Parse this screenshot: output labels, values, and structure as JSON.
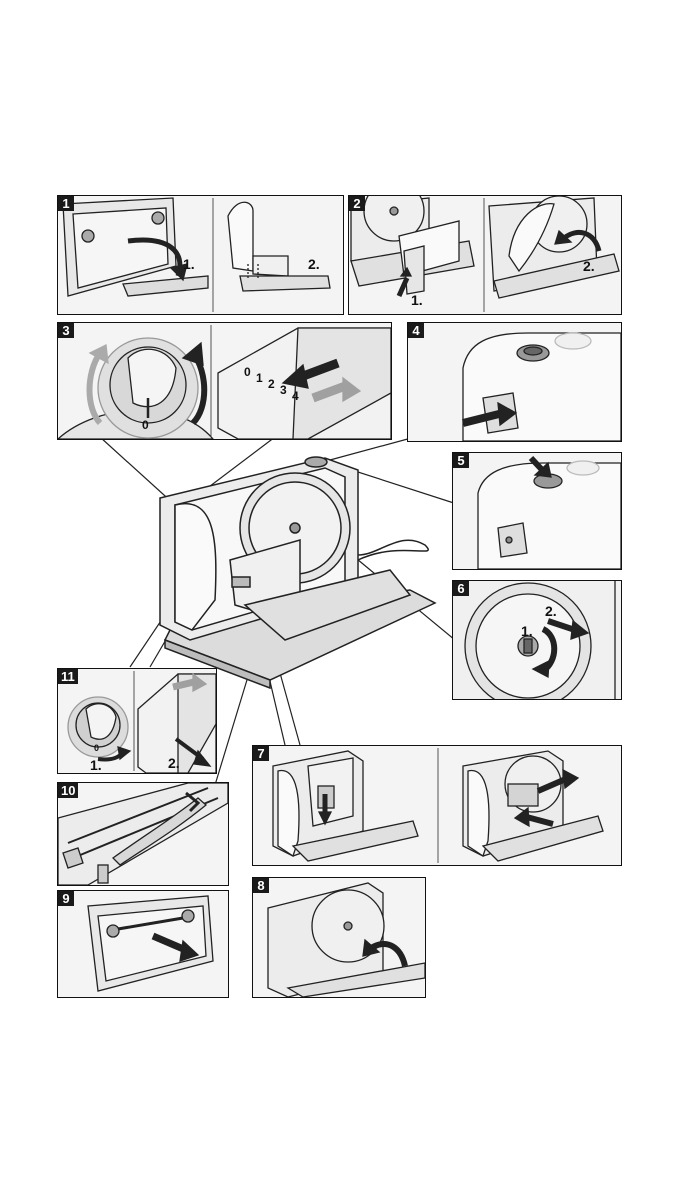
{
  "steps": [
    {
      "number": "1",
      "labels": [
        "1.",
        "2."
      ]
    },
    {
      "number": "2",
      "labels": [
        "1.",
        "2."
      ]
    },
    {
      "number": "3",
      "dial_mark": "0",
      "scale": [
        "0",
        "1",
        "2",
        "3",
        "4"
      ]
    },
    {
      "number": "4"
    },
    {
      "number": "5"
    },
    {
      "number": "6",
      "labels": [
        "1.",
        "2."
      ]
    },
    {
      "number": "7"
    },
    {
      "number": "8"
    },
    {
      "number": "9"
    },
    {
      "number": "10"
    },
    {
      "number": "11",
      "labels": [
        "1.",
        "2."
      ],
      "dial_mark": "0"
    }
  ],
  "colors": {
    "panel_bg": "#f4f4f4",
    "line": "#111111",
    "shade": "#c8c8c8",
    "arrow": "#222222",
    "arrow_grey": "#a0a0a0"
  }
}
